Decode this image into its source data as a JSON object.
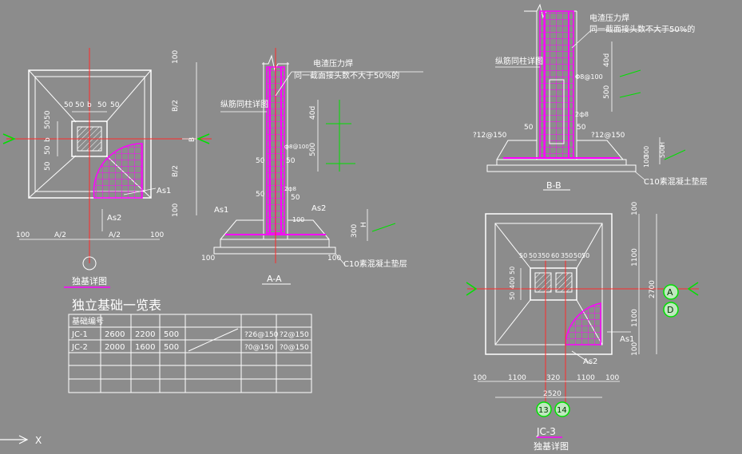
{
  "colors": {
    "background": "#8c8c8c",
    "line": "#ffffff",
    "rebar": "#ff00ff",
    "axis": "#ff2a2a",
    "leader": "#00e000",
    "dim": "#f0f0f0"
  },
  "plan1": {
    "dims_top": [
      "50",
      "50",
      "b",
      "50",
      "50"
    ],
    "dims_side": [
      "50",
      "50",
      "b",
      "50",
      "50"
    ],
    "dims_right": [
      "100",
      "B/2",
      "B",
      "B/2",
      "100"
    ],
    "dims_bottom": [
      "100",
      "A/2",
      "A/2",
      "100"
    ],
    "as1": "As1",
    "as2": "As2",
    "caption": "独基详图"
  },
  "section_aa": {
    "note_line1": "电渣压力焊",
    "note_line2": "同一截面接头数不大于50%的",
    "note_detail": "纵筋同柱详图",
    "dims_right": [
      "40d",
      "ф8@100",
      "500"
    ],
    "small_dims": [
      "50",
      "50",
      "50",
      "50",
      "2ф8",
      "100"
    ],
    "as1": "As1",
    "as2": "As2",
    "dims_foot": [
      "300",
      "H"
    ],
    "dim_100a": "100",
    "dim_100b": "100",
    "c10": "C10素混凝土垫层",
    "caption": "A-A"
  },
  "section_bb": {
    "note_line1": "电渣压力焊",
    "note_line2": "同一截面接头数不大于50%的",
    "note_detail": "纵筋同柱详图",
    "dims_right": [
      "40d",
      "Φ8@100",
      "500"
    ],
    "small_dims": [
      "2ф8",
      "50",
      "50"
    ],
    "rebar_left": "?12@150",
    "rebar_right": "?12@150",
    "dims_foot": [
      "300",
      "100",
      "H",
      "500"
    ],
    "c10": "C10素混凝土垫层",
    "caption": "B-B"
  },
  "table": {
    "title": "独立基础一览表",
    "header": "基础编号",
    "rows": [
      [
        "JC-1",
        "2600",
        "2200",
        "500",
        "",
        "?26@150",
        "?2@150"
      ],
      [
        "JC-2",
        "2000",
        "1600",
        "500",
        "",
        "?0@150",
        "?0@150"
      ]
    ]
  },
  "plan2": {
    "dims_top": [
      "50",
      "50",
      "350",
      "60",
      "350",
      "50",
      "50"
    ],
    "dims_left": [
      "50",
      "400",
      "50"
    ],
    "dims_right": [
      "100",
      "1100",
      "2700",
      "1100",
      "100"
    ],
    "dims_bottom": [
      "100",
      "1100",
      "320",
      "1100",
      "100"
    ],
    "total": "2520",
    "as1": "As1",
    "as2": "As2",
    "axis_a": "A",
    "axis_d": "D",
    "axis_13": "13",
    "axis_14": "14",
    "label": "JC-3",
    "caption": "独基详图"
  },
  "ucs_x": "X"
}
